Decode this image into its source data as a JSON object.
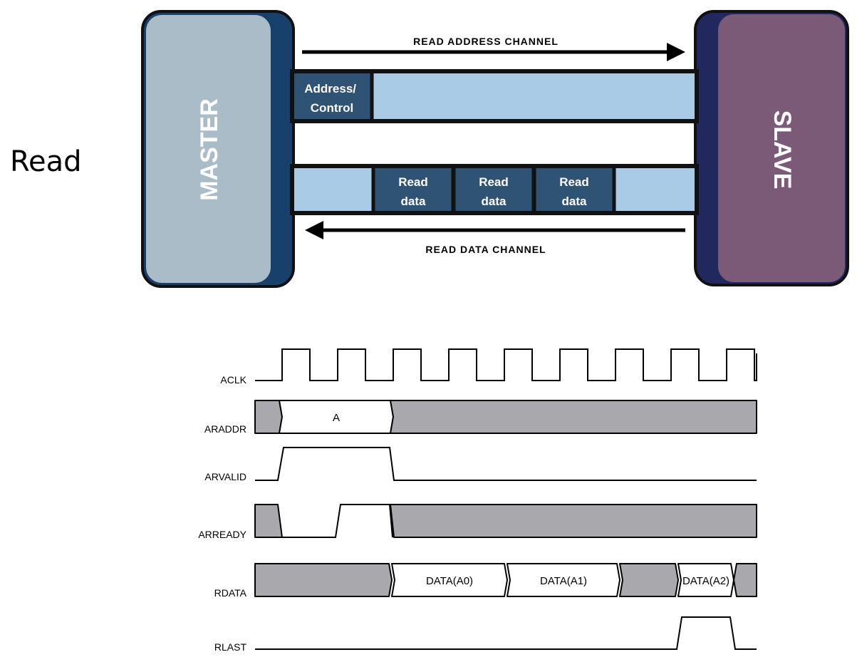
{
  "page": {
    "label": "Read"
  },
  "block_diagram": {
    "master_label": "MASTER",
    "slave_label": "SLAVE",
    "read_address_channel": {
      "label": "READ ADDRESS CHANNEL",
      "direction": "master-to-slave",
      "packets": [
        "Address/\nControl"
      ]
    },
    "read_data_channel": {
      "label": "READ DATA CHANNEL",
      "direction": "slave-to-master",
      "packets": [
        "Read\ndata",
        "Read\ndata",
        "Read\ndata"
      ]
    },
    "colors": {
      "master_fill": "#a9bcc8",
      "master_shadow": "#17406b",
      "slave_fill": "#7b5a78",
      "slave_shadow": "#20285e",
      "channel_fill": "#a9cbe5",
      "packet_fill": "#2e5375",
      "outline": "#111111"
    }
  },
  "timing_diagram": {
    "clock_cycles": 9,
    "signals": [
      {
        "name": "ACLK"
      },
      {
        "name": "ARADDR",
        "bus_values": [
          "A"
        ]
      },
      {
        "name": "ARVALID"
      },
      {
        "name": "ARREADY"
      },
      {
        "name": "RDATA",
        "bus_values": [
          "DATA(A0)",
          "DATA(A1)",
          "DATA(A2)"
        ]
      },
      {
        "name": "RLAST"
      }
    ],
    "colors": {
      "undefined_fill": "#a9a9ad",
      "line": "#000000"
    }
  }
}
